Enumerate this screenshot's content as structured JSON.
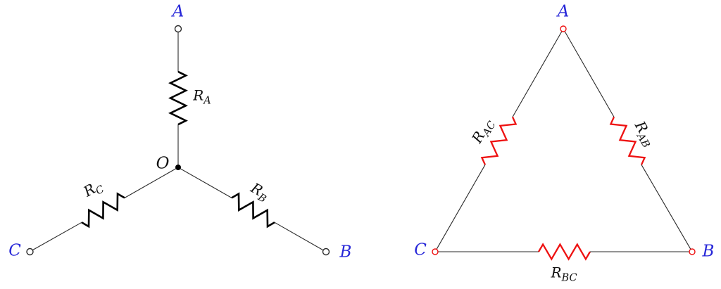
{
  "wye": {
    "nodes": {
      "a": "A",
      "b": "B",
      "c": "C",
      "center": "O"
    },
    "resistors": {
      "ra": {
        "symbol": "R",
        "subscript": "A"
      },
      "rb": {
        "symbol": "R",
        "subscript": "B"
      },
      "rc": {
        "symbol": "R",
        "subscript": "C"
      }
    }
  },
  "delta": {
    "nodes": {
      "a": "A",
      "b": "B",
      "c": "C"
    },
    "resistors": {
      "rab": {
        "symbol": "R",
        "subscript": "AB"
      },
      "rac": {
        "symbol": "R",
        "subscript": "AC"
      },
      "rbc": {
        "symbol": "R",
        "subscript": "BC"
      }
    }
  },
  "colors": {
    "node_label_blue": "#2727d8",
    "delta_accent_red": "#ee1111",
    "wire": "#2a2a2a",
    "wye_resistor": "#000000",
    "background": "#ffffff"
  }
}
